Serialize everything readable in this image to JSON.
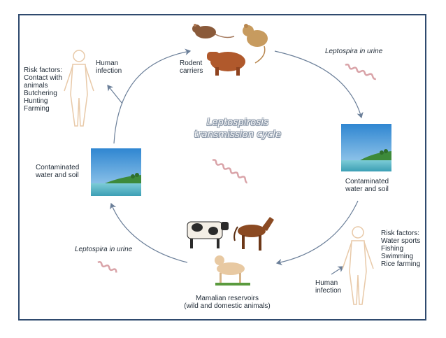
{
  "title": {
    "line1": "Leptospirosis",
    "line2": "transmission cycle"
  },
  "nodes": {
    "rodent_carriers": {
      "line1": "Rodent",
      "line2": "carriers"
    },
    "leptospira_urine_top": "Leptospira in urine",
    "contaminated_right": {
      "line1": "Contaminated",
      "line2": "water and soil"
    },
    "risk_right": {
      "l1": "Risk factors:",
      "l2": "Water sports",
      "l3": "Fishing",
      "l4": "Swimming",
      "l5": "Rice farming"
    },
    "human_infection_right": {
      "line1": "Human",
      "line2": "infection"
    },
    "mammalian": {
      "line1": "Mamalian reservoirs",
      "line2": "(wild and domestic animals)"
    },
    "leptospira_urine_left": "Leptospira in urine",
    "contaminated_left": {
      "line1": "Contaminated",
      "line2": "water and soil"
    },
    "risk_left": {
      "l1": "Risk factors:",
      "l2": "Contact with",
      "l3": "animals",
      "l4": "Butchering",
      "l5": "Hunting",
      "l6": "Farming"
    },
    "human_infection_left": {
      "line1": "Human",
      "line2": "infection"
    }
  },
  "icons": [
    "rat-icon",
    "gerbil-icon",
    "capybara-icon",
    "water-scene-icon",
    "leptospira-bacterium-icon",
    "human-figure-icon",
    "cow-icon",
    "horse-icon",
    "dog-icon"
  ],
  "colors": {
    "border": "#2f4a6e",
    "arrow": "#6b7f99",
    "bacterium": "#d9a3a8",
    "sky": "#4a9ad8",
    "water": "#5fb7c9",
    "human_outline": "#e8c9a8"
  }
}
